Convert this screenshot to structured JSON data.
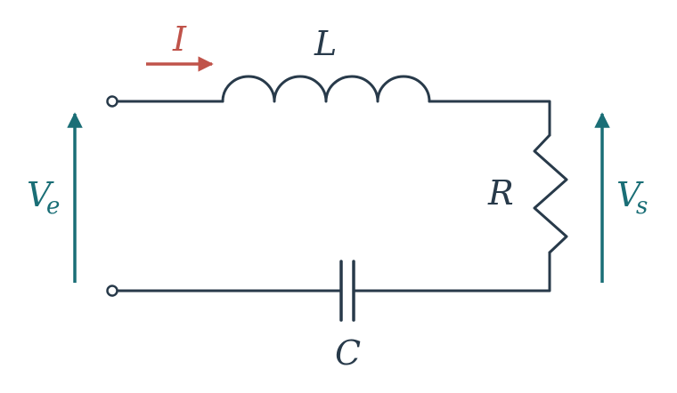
{
  "colors": {
    "wire": "#283a4a",
    "voltage_arrow": "#1a6e76",
    "current_arrow": "#c0534a"
  },
  "labels": {
    "current": "I",
    "inductor": "L",
    "resistor": "R",
    "capacitor": "C",
    "input_voltage_main": "V",
    "input_voltage_sub": "e",
    "output_voltage_main": "V",
    "output_voltage_sub": "s"
  },
  "icons": {
    "inductor": "inductor-coil-icon",
    "resistor": "resistor-zigzag-icon",
    "capacitor": "capacitor-icon",
    "terminal": "terminal-icon",
    "arrow": "arrow-icon"
  }
}
